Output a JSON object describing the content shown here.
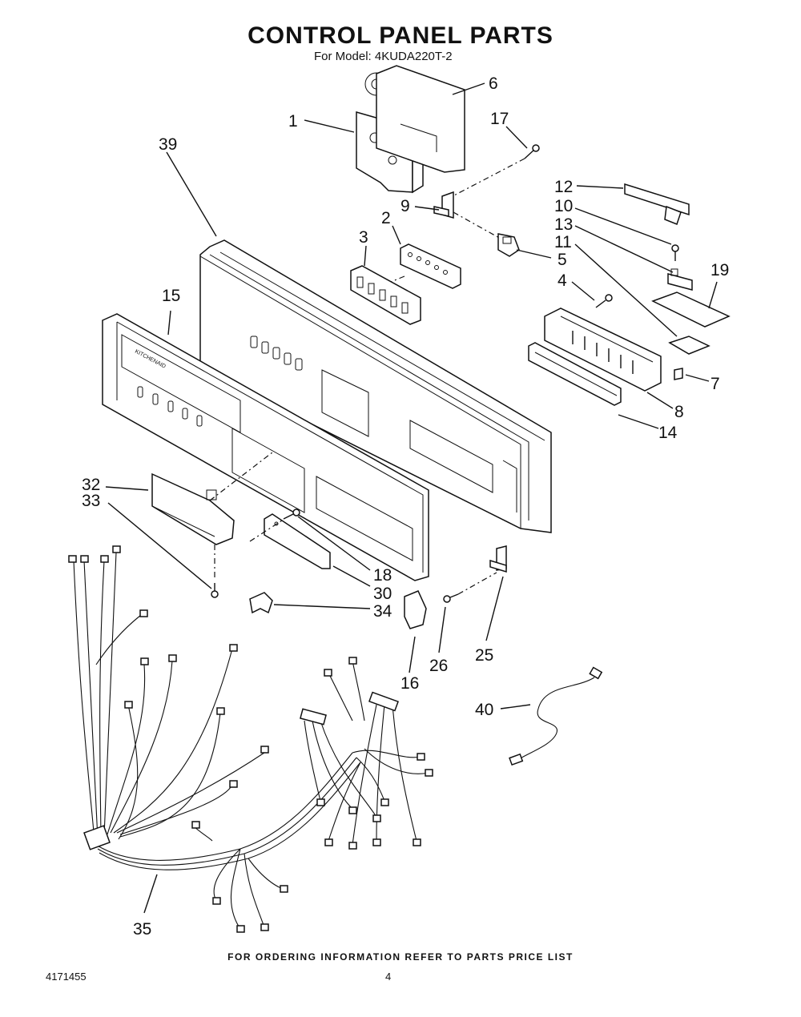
{
  "header": {
    "title": "CONTROL PANEL PARTS",
    "model_line": "For Model: 4KUDA220T-2"
  },
  "callouts": [
    {
      "id": "1",
      "label": "1"
    },
    {
      "id": "2",
      "label": "2"
    },
    {
      "id": "3",
      "label": "3"
    },
    {
      "id": "4",
      "label": "4"
    },
    {
      "id": "5",
      "label": "5"
    },
    {
      "id": "6",
      "label": "6"
    },
    {
      "id": "7",
      "label": "7"
    },
    {
      "id": "8",
      "label": "8"
    },
    {
      "id": "9",
      "label": "9"
    },
    {
      "id": "10",
      "label": "10"
    },
    {
      "id": "11",
      "label": "11"
    },
    {
      "id": "12",
      "label": "12"
    },
    {
      "id": "13",
      "label": "13"
    },
    {
      "id": "14",
      "label": "14"
    },
    {
      "id": "15",
      "label": "15"
    },
    {
      "id": "16",
      "label": "16"
    },
    {
      "id": "17",
      "label": "17"
    },
    {
      "id": "18",
      "label": "18"
    },
    {
      "id": "19",
      "label": "19"
    },
    {
      "id": "25",
      "label": "25"
    },
    {
      "id": "26",
      "label": "26"
    },
    {
      "id": "30",
      "label": "30"
    },
    {
      "id": "32",
      "label": "32"
    },
    {
      "id": "33",
      "label": "33"
    },
    {
      "id": "34",
      "label": "34"
    },
    {
      "id": "35",
      "label": "35"
    },
    {
      "id": "39",
      "label": "39"
    },
    {
      "id": "40",
      "label": "40"
    }
  ],
  "footer": {
    "note": "FOR ORDERING INFORMATION REFER TO PARTS PRICE LIST",
    "doc_code": "4171455",
    "page_number": "4"
  }
}
